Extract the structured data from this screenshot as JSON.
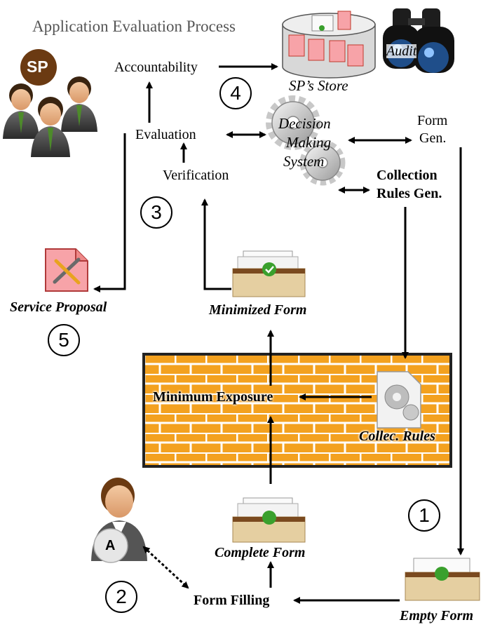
{
  "title": "Application Evaluation Process",
  "labels": {
    "accountability": "Accountability",
    "sp_store": "SP’s Store",
    "audit": "Audit",
    "sp_badge": "SP",
    "evaluation": "Evaluation",
    "verification": "Verification",
    "decision_1": "Decision",
    "decision_2": "Making",
    "decision_3": "System",
    "form_gen_1": "Form",
    "form_gen_2": "Gen.",
    "collection_1": "Collection",
    "collection_2": "Rules Gen.",
    "service_proposal": "Service Proposal",
    "minimized_form": "Minimized Form",
    "minimum_exposure": "Minimum Exposure",
    "collec_rules": "Collec. Rules",
    "complete_form": "Complete Form",
    "form_filling": "Form Filling",
    "empty_form": "Empty Form",
    "user_badge": "A"
  },
  "steps": [
    "1",
    "2",
    "3",
    "4",
    "5"
  ],
  "colors": {
    "brick": "#f3a11f",
    "mortar": "#ffffff",
    "wall_border": "#222222",
    "badge_brown": "#6b3a12",
    "proposal_pink": "#f7a3a8",
    "folder": "#e5cfa1",
    "check_green": "#3aa02d"
  }
}
